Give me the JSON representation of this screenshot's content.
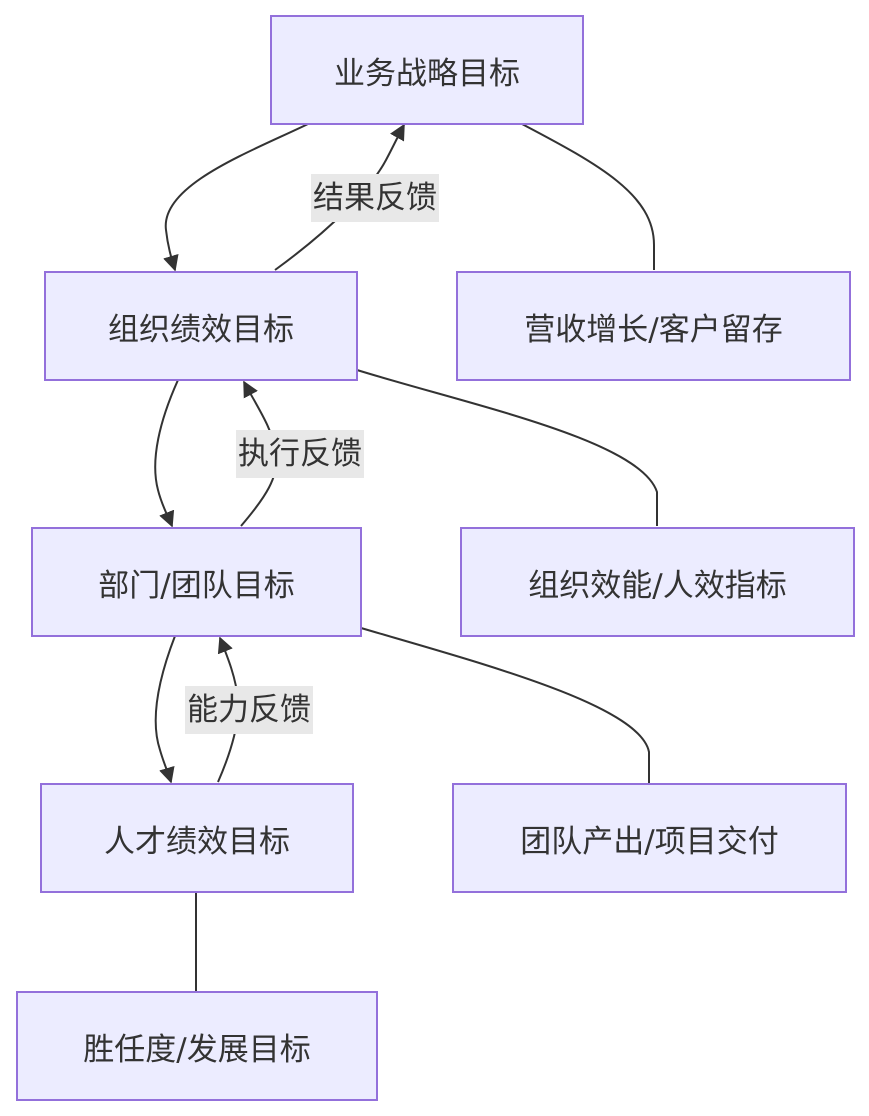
{
  "colors": {
    "node_fill": "#ececff",
    "node_border": "#9370db",
    "edge": "#333333",
    "label_bg": "#e8e8e8",
    "text": "#333333"
  },
  "nodes": {
    "business_strategy": "业务战略目标",
    "org_performance": "组织绩效目标",
    "revenue_retention": "营收增长/客户留存",
    "dept_team": "部门/团队目标",
    "org_effectiveness": "组织效能/人效指标",
    "talent_performance": "人才绩效目标",
    "team_output": "团队产出/项目交付",
    "competency_dev": "胜任度/发展目标"
  },
  "edges": [
    {
      "from": "business_strategy",
      "to": "org_performance",
      "label": "",
      "arrow": true
    },
    {
      "from": "org_performance",
      "to": "business_strategy",
      "label": "结果反馈",
      "arrow": true
    },
    {
      "from": "business_strategy",
      "to": "revenue_retention",
      "label": "",
      "arrow": false
    },
    {
      "from": "org_performance",
      "to": "dept_team",
      "label": "",
      "arrow": true
    },
    {
      "from": "dept_team",
      "to": "org_performance",
      "label": "执行反馈",
      "arrow": true
    },
    {
      "from": "org_performance",
      "to": "org_effectiveness",
      "label": "",
      "arrow": false
    },
    {
      "from": "dept_team",
      "to": "talent_performance",
      "label": "",
      "arrow": true
    },
    {
      "from": "talent_performance",
      "to": "dept_team",
      "label": "能力反馈",
      "arrow": true
    },
    {
      "from": "dept_team",
      "to": "team_output",
      "label": "",
      "arrow": false
    },
    {
      "from": "talent_performance",
      "to": "competency_dev",
      "label": "",
      "arrow": false
    }
  ]
}
